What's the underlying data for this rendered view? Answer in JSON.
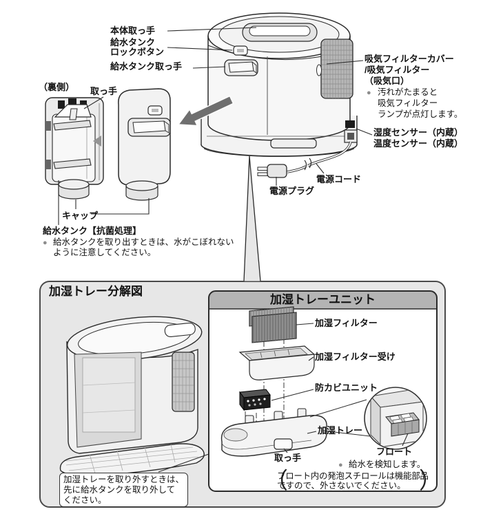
{
  "colors": {
    "line": "#2a2a2a",
    "box_fill": "#e7e7e7",
    "header_fill": "#b4b4b4",
    "arrow_gray": "#6f6f6f",
    "text": "#111111",
    "bullet_gray": "#8d8d8d"
  },
  "glyphs": {
    "bullet": "●",
    "paren_open": "（",
    "paren_close": "）"
  },
  "top_labels": {
    "body_handle": "本体取っ手",
    "tank_lock_line1": "給水タンク",
    "tank_lock_line2": "ロックボタン",
    "tank_handle": "給水タンク取っ手",
    "back_side": "（裏側）",
    "handle": "取っ手",
    "cap": "キャップ"
  },
  "right_labels": {
    "intake_line1": "吸気フィルターカバー",
    "intake_line2": "/吸気フィルター",
    "intake_line3": "（吸気口）",
    "intake_note_line1": "汚れがたまると",
    "intake_note_line2": "吸気フィルター",
    "intake_note_line3": "ランプが点灯します。",
    "humidity_sensor": "湿度センサー（内蔵）",
    "temperature_sensor": "温度センサー（内蔵）",
    "power_cord": "電源コード",
    "power_plug": "電源プラグ"
  },
  "tank_notes": {
    "heading": "給水タンク【抗菌処理】",
    "note_line1": "給水タンクを取り出すときは、水がこぼれない",
    "note_line2": "ように注意してください。"
  },
  "tray_section": {
    "title": "加湿トレー分解図",
    "unit_title": "加湿トレーユニット",
    "filter_label": "加湿フィルター",
    "filter_holder_label": "加湿フィルター受け",
    "anti_mold_label": "防カビユニット",
    "tray_label": "加湿トレー",
    "tray_handle_label": "取っ手",
    "float_label": "フロート",
    "float_note": "給水を検知します。",
    "styrofoam_note_line1": "フロート内の発泡スチロールは機能部品",
    "styrofoam_note_line2": "ですので、外さないでください。",
    "remove_note_line1": "加湿トレーを取り外すときは、",
    "remove_note_line2": "先に給水タンクを取り外して",
    "remove_note_line3": "ください。"
  }
}
